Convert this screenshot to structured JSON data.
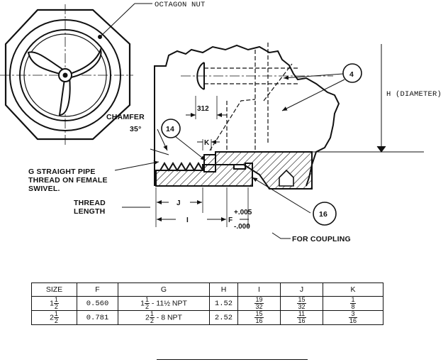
{
  "labels": {
    "octagon_nut": "OCTAGON NUT",
    "chamfer": "CHAMFER",
    "chamfer_angle": "35°",
    "g_thread_line1": "G STRAIGHT PIPE",
    "g_thread_line2": "THREAD ON FEMALE",
    "g_thread_line3": "SWIVEL.",
    "thread_length_line1": "THREAD",
    "thread_length_line2": "LENGTH",
    "h_diameter": "H (DIAMETER)",
    "for_coupling": "FOR COUPLING",
    "dim_312": "312",
    "dim_k": "K",
    "dim_j": "J",
    "dim_i": "I",
    "dim_f": "F",
    "tol_plus": "+.005",
    "tol_minus": "-.000",
    "callout_4": "4",
    "callout_14": "14",
    "callout_16": "16"
  },
  "table": {
    "headers": [
      "SIZE",
      "F",
      "G",
      "H",
      "I",
      "J",
      "K"
    ],
    "rows": [
      {
        "size": {
          "whole": "1",
          "num": "1",
          "den": "2"
        },
        "f": "0.560",
        "g": {
          "whole": "1",
          "num": "1",
          "den": "2",
          "text": " - 11½ NPT"
        },
        "h": "1.52",
        "i": {
          "num": "19",
          "den": "32"
        },
        "j": {
          "num": "15",
          "den": "32"
        },
        "k": {
          "num": "1",
          "den": "8"
        }
      },
      {
        "size": {
          "whole": "2",
          "num": "1",
          "den": "2"
        },
        "f": "0.781",
        "g": {
          "whole": "2",
          "num": "1",
          "den": "2",
          "text": " - 8 NPT"
        },
        "h": "2.52",
        "i": {
          "num": "15",
          "den": "16"
        },
        "j": {
          "num": "11",
          "den": "16"
        },
        "k": {
          "num": "3",
          "den": "16"
        }
      }
    ]
  }
}
